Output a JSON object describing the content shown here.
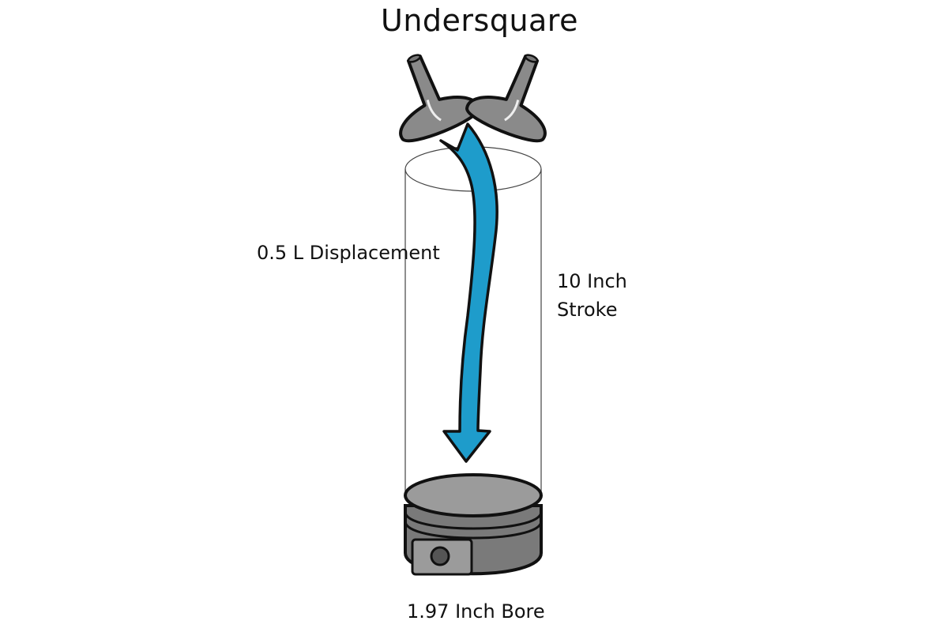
{
  "diagram": {
    "title": "Undersquare",
    "displacement_label": "0.5 L Displacement",
    "stroke_label_line1": "10 Inch",
    "stroke_label_line2": "Stroke",
    "bore_label": "1.97 Inch Bore"
  },
  "colors": {
    "flow_arrow": "#1e9ccb",
    "valve": "#8a8a8a",
    "piston_top": "#9b9b9b",
    "piston_body": "#7a7a7a",
    "outline": "#111111"
  },
  "icons": [
    "intake-valve-icon",
    "exhaust-valve-icon",
    "flow-arrow-icon",
    "piston-icon",
    "cylinder-icon"
  ]
}
